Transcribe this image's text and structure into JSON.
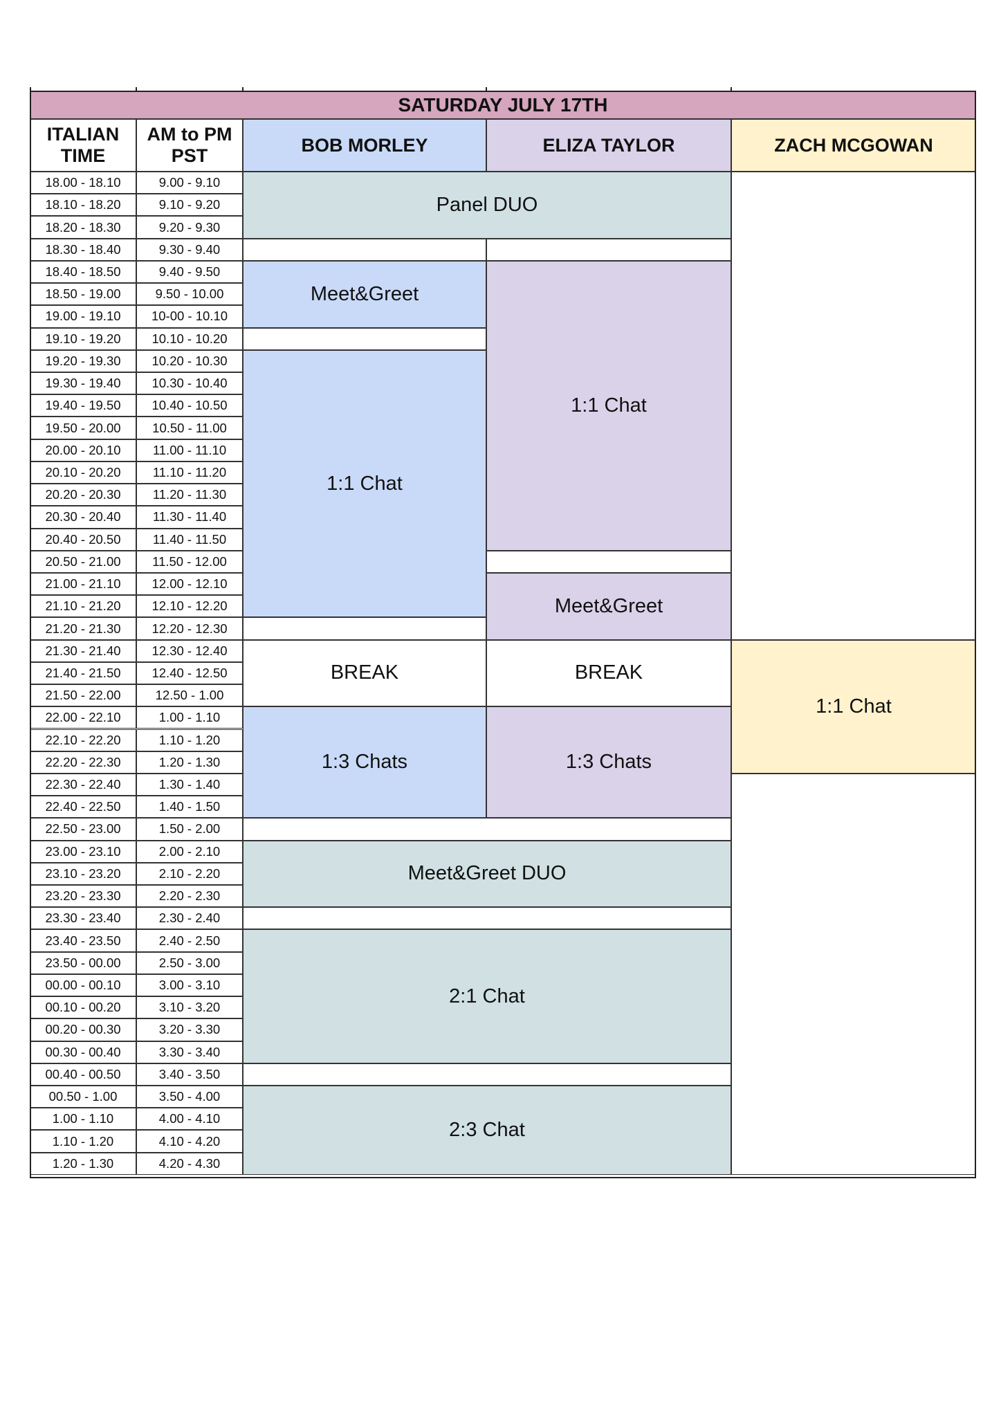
{
  "title": "SATURDAY JULY 17TH",
  "headers": {
    "italian": "ITALIAN TIME",
    "pst": "AM to PM PST",
    "bob": "BOB MORLEY",
    "eliza": "ELIZA TAYLOR",
    "zach": "ZACH MCGOWAN"
  },
  "slots": [
    {
      "it": "18.00 - 18.10",
      "pst": "9.00 - 9.10"
    },
    {
      "it": "18.10 - 18.20",
      "pst": "9.10 - 9.20"
    },
    {
      "it": "18.20 - 18.30",
      "pst": "9.20 - 9.30"
    },
    {
      "it": "18.30 - 18.40",
      "pst": "9.30 - 9.40"
    },
    {
      "it": "18.40 - 18.50",
      "pst": "9.40 - 9.50"
    },
    {
      "it": "18.50 - 19.00",
      "pst": "9.50 - 10.00"
    },
    {
      "it": "19.00 - 19.10",
      "pst": "10-00 - 10.10"
    },
    {
      "it": "19.10 - 19.20",
      "pst": "10.10 - 10.20"
    },
    {
      "it": "19.20 - 19.30",
      "pst": "10.20 - 10.30"
    },
    {
      "it": "19.30 - 19.40",
      "pst": "10.30 - 10.40"
    },
    {
      "it": "19.40 - 19.50",
      "pst": "10.40 - 10.50"
    },
    {
      "it": "19.50 - 20.00",
      "pst": "10.50 - 11.00"
    },
    {
      "it": "20.00 - 20.10",
      "pst": "11.00 - 11.10"
    },
    {
      "it": "20.10 - 20.20",
      "pst": "11.10 - 11.20"
    },
    {
      "it": "20.20 - 20.30",
      "pst": "11.20 - 11.30"
    },
    {
      "it": "20.30 - 20.40",
      "pst": "11.30 - 11.40"
    },
    {
      "it": "20.40 - 20.50",
      "pst": "11.40 - 11.50"
    },
    {
      "it": "20.50 - 21.00",
      "pst": "11.50 - 12.00"
    },
    {
      "it": "21.00 - 21.10",
      "pst": "12.00 - 12.10"
    },
    {
      "it": "21.10 - 21.20",
      "pst": "12.10 - 12.20"
    },
    {
      "it": "21.20 - 21.30",
      "pst": "12.20 - 12.30"
    },
    {
      "it": "21.30 - 21.40",
      "pst": "12.30 - 12.40"
    },
    {
      "it": "21.40 - 21.50",
      "pst": "12.40 - 12.50"
    },
    {
      "it": "21.50 - 22.00",
      "pst": "12.50 - 1.00"
    },
    {
      "it": "22.00 - 22.10",
      "pst": "1.00 - 1.10"
    },
    {
      "it": "22.10 - 22.20",
      "pst": "1.10 - 1.20"
    },
    {
      "it": "22.20 - 22.30",
      "pst": "1.20 - 1.30"
    },
    {
      "it": "22.30 - 22.40",
      "pst": "1.30 - 1.40"
    },
    {
      "it": "22.40 - 22.50",
      "pst": "1.40 - 1.50"
    },
    {
      "it": "22.50 - 23.00",
      "pst": "1.50 - 2.00"
    },
    {
      "it": "23.00 - 23.10",
      "pst": "2.00 - 2.10"
    },
    {
      "it": "23.10 - 23.20",
      "pst": "2.10 - 2.20"
    },
    {
      "it": "23.20 - 23.30",
      "pst": "2.20 - 2.30"
    },
    {
      "it": "23.30 - 23.40",
      "pst": "2.30 - 2.40"
    },
    {
      "it": "23.40 - 23.50",
      "pst": "2.40 - 2.50"
    },
    {
      "it": "23.50 - 00.00",
      "pst": "2.50 - 3.00"
    },
    {
      "it": "00.00 - 00.10",
      "pst": "3.00 - 3.10"
    },
    {
      "it": "00.10 - 00.20",
      "pst": "3.10 - 3.20"
    },
    {
      "it": "00.20 - 00.30",
      "pst": "3.20 - 3.30"
    },
    {
      "it": "00.30 - 00.40",
      "pst": "3.30 - 3.40"
    },
    {
      "it": "00.40 - 00.50",
      "pst": "3.40 - 3.50"
    },
    {
      "it": "00.50 - 1.00",
      "pst": "3.50 - 4.00"
    },
    {
      "it": "1.00 - 1.10",
      "pst": "4.00 - 4.10"
    },
    {
      "it": "1.10 - 1.20",
      "pst": "4.10 - 4.20"
    },
    {
      "it": "1.20 - 1.30",
      "pst": "4.20 - 4.30"
    }
  ],
  "events": [
    {
      "label": "Panel DUO",
      "cols": "bob-eliza",
      "start": 0,
      "span": 3,
      "kind": "duo"
    },
    {
      "label": "",
      "cols": "bob",
      "start": 3,
      "span": 1,
      "kind": "blank"
    },
    {
      "label": "",
      "cols": "eliza",
      "start": 3,
      "span": 1,
      "kind": "blank"
    },
    {
      "label": "Meet&Greet",
      "cols": "bob",
      "start": 4,
      "span": 3,
      "kind": "bob"
    },
    {
      "label": "",
      "cols": "bob",
      "start": 7,
      "span": 1,
      "kind": "blank"
    },
    {
      "label": "1:1 Chat",
      "cols": "bob",
      "start": 8,
      "span": 12,
      "kind": "bob"
    },
    {
      "label": "",
      "cols": "bob",
      "start": 20,
      "span": 1,
      "kind": "blank"
    },
    {
      "label": "1:1 Chat",
      "cols": "eliza",
      "start": 4,
      "span": 13,
      "kind": "eliza"
    },
    {
      "label": "",
      "cols": "eliza",
      "start": 17,
      "span": 1,
      "kind": "blank"
    },
    {
      "label": "Meet&Greet",
      "cols": "eliza",
      "start": 18,
      "span": 3,
      "kind": "eliza"
    },
    {
      "label": "BREAK",
      "cols": "bob",
      "start": 21,
      "span": 3,
      "kind": "blank"
    },
    {
      "label": "BREAK",
      "cols": "eliza",
      "start": 21,
      "span": 3,
      "kind": "blank"
    },
    {
      "label": "1:3 Chats",
      "cols": "bob",
      "start": 24,
      "span": 5,
      "kind": "bob"
    },
    {
      "label": "1:3 Chats",
      "cols": "eliza",
      "start": 24,
      "span": 5,
      "kind": "eliza"
    },
    {
      "label": "",
      "cols": "bob-eliza",
      "start": 29,
      "span": 1,
      "kind": "blank"
    },
    {
      "label": "Meet&Greet DUO",
      "cols": "bob-eliza",
      "start": 30,
      "span": 3,
      "kind": "duo"
    },
    {
      "label": "",
      "cols": "bob-eliza",
      "start": 33,
      "span": 1,
      "kind": "blank"
    },
    {
      "label": "2:1 Chat",
      "cols": "bob-eliza",
      "start": 34,
      "span": 6,
      "kind": "duo"
    },
    {
      "label": "",
      "cols": "bob-eliza",
      "start": 40,
      "span": 1,
      "kind": "blank"
    },
    {
      "label": "2:3 Chat",
      "cols": "bob-eliza",
      "start": 41,
      "span": 4,
      "kind": "duo"
    },
    {
      "label": "",
      "cols": "zach",
      "start": 0,
      "span": 21,
      "kind": "blank"
    },
    {
      "label": "1:1 Chat",
      "cols": "zach",
      "start": 21,
      "span": 6,
      "kind": "zach"
    },
    {
      "label": "",
      "cols": "zach",
      "start": 27,
      "span": 18,
      "kind": "blank"
    }
  ]
}
